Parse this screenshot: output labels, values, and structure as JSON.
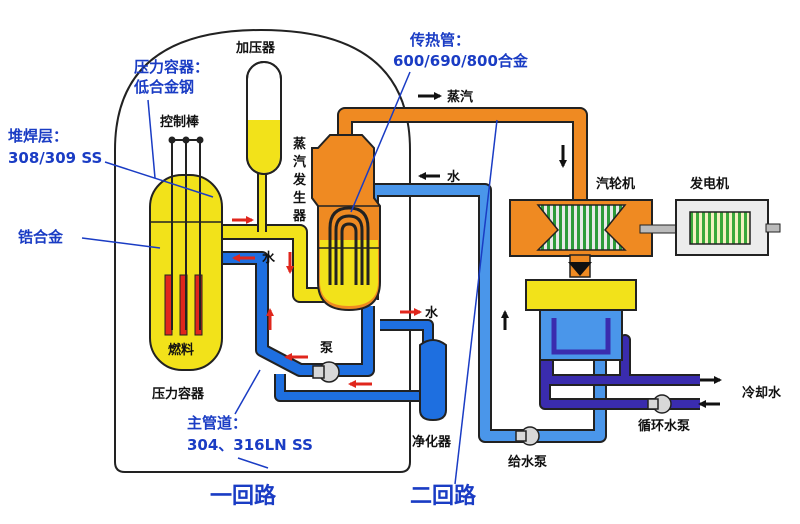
{
  "labels": {
    "pressurizer": "加压器",
    "control_rod": "控制棒",
    "steam_generator": [
      "蒸",
      "汽",
      "发",
      "生",
      "器"
    ],
    "fuel": "燃料",
    "pressure_vessel": "压力容器",
    "pump": "泵",
    "purifier": "净化器",
    "turbine": "汽轮机",
    "generator": "发电机",
    "feed_pump": "给水泵",
    "circ_pump": "循环水泵",
    "cooling_water": "冷却水",
    "steam": "蒸汽",
    "water_upper": "水",
    "water_primary": "水",
    "water_purifier": "水"
  },
  "annotations": {
    "vessel_material": [
      "压力容器：",
      "低合金钢"
    ],
    "cladding": [
      "堆焊层：",
      "308/309 SS"
    ],
    "zirconium": "锆合金",
    "heat_tube": [
      "传热管：",
      "600/690/800合金"
    ],
    "main_pipe": [
      "主管道：",
      "304、316LN SS"
    ]
  },
  "loops": {
    "primary": "一回路",
    "secondary": "二回路"
  },
  "colors": {
    "primary_hot": "#f2e21a",
    "primary_cold": "#1e6fe0",
    "steam": "#ef8a22",
    "feedwater": "#4a96ea",
    "cooling": "#3a2cae",
    "arrow_red": "#e0261c",
    "annotation": "#1a3cc4"
  },
  "icons": [
    "arrow-icon",
    "pump-icon",
    "turbine-icon",
    "generator-icon"
  ]
}
